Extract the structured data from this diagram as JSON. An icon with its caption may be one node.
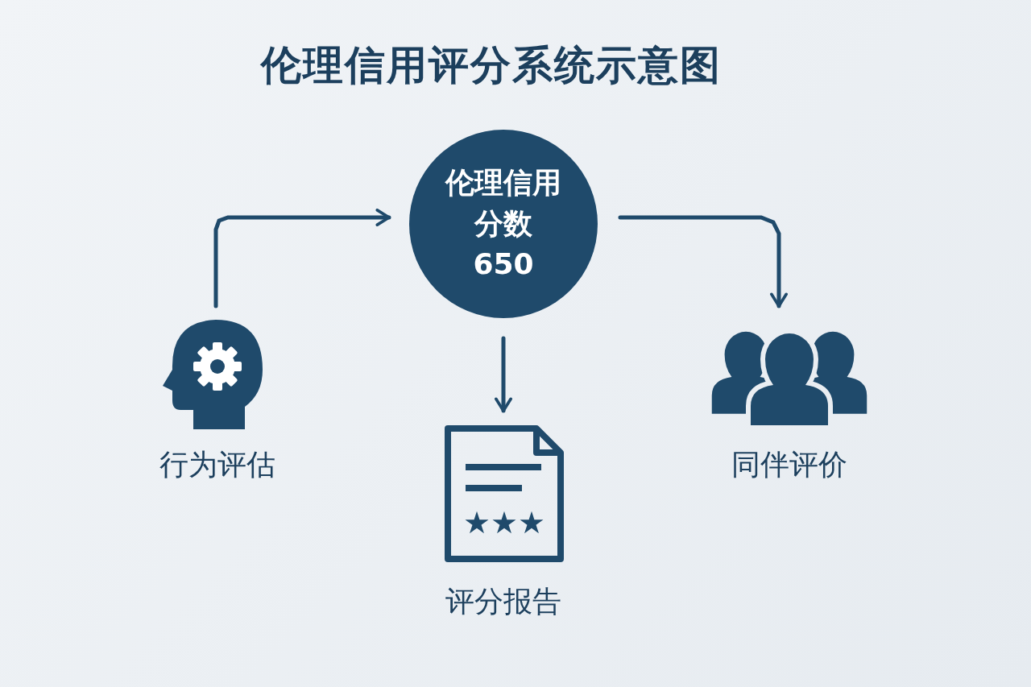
{
  "diagram": {
    "title": "伦理信用评分系统示意图",
    "nodes": [
      {
        "text": [
          "伦理信用分数",
          "650"
        ]
      },
      {
        "text": [
          "行为评估"
        ]
      },
      {
        "text": [
          "评分报告"
        ]
      },
      {
        "text": [
          "同伴评价"
        ]
      }
    ],
    "edges": [
      {
        "from": 1,
        "to": 0,
        "arrow": "to"
      },
      {
        "from": 0,
        "to": 2,
        "arrow": "to"
      },
      {
        "from": 0,
        "to": 3,
        "arrow": "to"
      }
    ]
  }
}
